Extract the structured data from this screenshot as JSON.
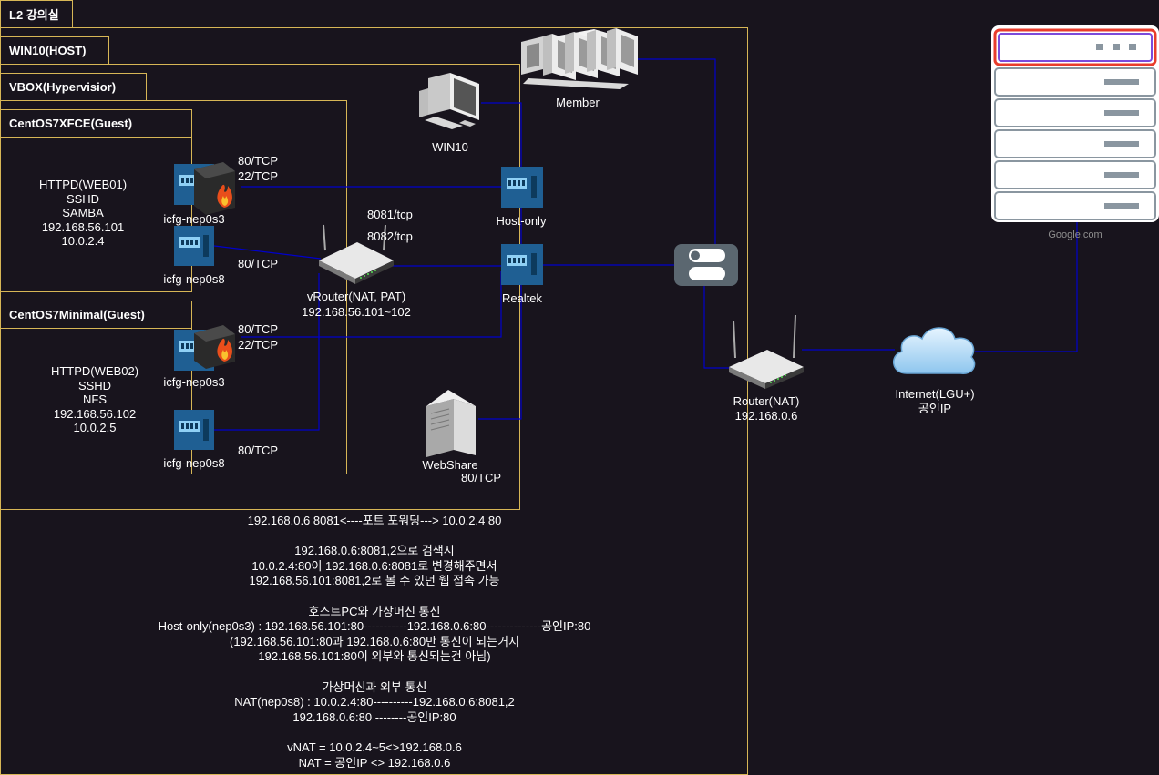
{
  "frames": {
    "l2": "L2 강의실",
    "host": "WIN10(HOST)",
    "hypervisor": "VBOX(Hypervisior)",
    "guest1": "CentOS7XFCE(Guest)",
    "guest2": "CentOS7Minimal(Guest)"
  },
  "guest1": {
    "services": [
      "HTTPD(WEB01)",
      "SSHD",
      "SAMBA",
      "192.168.56.101",
      "10.0.2.4"
    ],
    "nic1_label": "icfg-nep0s3",
    "nic1_ports": [
      "80/TCP",
      "22/TCP"
    ],
    "nic2_label": "icfg-nep0s8",
    "nic2_port": "80/TCP"
  },
  "guest2": {
    "services": [
      "HTTPD(WEB02)",
      "SSHD",
      "NFS",
      "192.168.56.102",
      "10.0.2.5"
    ],
    "nic1_label": "icfg-nep0s3",
    "nic1_ports": [
      "80/TCP",
      "22/TCP"
    ],
    "nic2_label": "icfg-nep0s8",
    "nic2_port": "80/TCP"
  },
  "vrouter": {
    "ports": [
      "8081/tcp",
      "8082/tcp"
    ],
    "name": "vRouter(NAT, PAT)",
    "range": "192.168.56.101~102"
  },
  "win10": "WIN10",
  "hostonly": "Host-only",
  "realtek": "Realtek",
  "webshare": {
    "name": "WebShare",
    "port": "80/TCP"
  },
  "member": "Member",
  "router": {
    "name": "Router(NAT)",
    "ip": "192.168.0.6"
  },
  "internet": {
    "name": "Internet(LGU+)",
    "ip": "공인IP"
  },
  "google": "Google.com",
  "notes": [
    "192.168.0.6 8081<----포트 포워딩---> 10.0.2.4 80",
    "",
    "192.168.0.6:8081,2으로 검색시",
    "10.0.2.4:80이 192.168.0.6:8081로 변경해주면서",
    "192.168.56.101:8081,2로 볼 수 있던 웹 접속 가능",
    "",
    "호스트PC와 가상머신 통신",
    "Host-only(nep0s3) : 192.168.56.101:80-----------192.168.0.6:80--------------공인IP:80",
    "(192.168.56.101:80과 192.168.0.6:80만 통신이 되는거지",
    "192.168.56.101:80이 외부와 통신되는건 아님)",
    "",
    "가상머신과 외부 통신",
    "NAT(nep0s8) : 10.0.2.4:80----------192.168.0.6:8081,2",
    "192.168.0.6:80 --------공인IP:80",
    "",
    "vNAT = 10.0.2.4~5<>192.168.0.6",
    "NAT = 공인IP <> 192.168.0.6"
  ],
  "colors": {
    "frame": "#d6b656",
    "link": "#0000cc",
    "nic": "#1f6fb0"
  }
}
